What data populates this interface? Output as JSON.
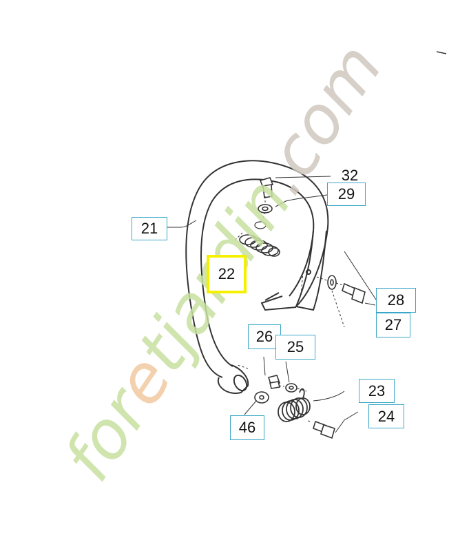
{
  "colors": {
    "callout_border": "#3aa6c8",
    "highlight": "#f5f000",
    "line": "#333333",
    "watermark_green": "#c8e0a0",
    "watermark_orange": "#f3c9a0",
    "watermark_gray": "#d0c8bf"
  },
  "watermark": {
    "text_green_1": "for",
    "text_orange": "e",
    "text_green_2": "tjardin",
    "text_gray": ".com"
  },
  "callouts": {
    "c21": "21",
    "c22": "22",
    "c23": "23",
    "c24": "24",
    "c25": "25",
    "c26": "26",
    "c27": "27",
    "c28": "28",
    "c29": "29",
    "c32": "32",
    "c46": "46"
  }
}
